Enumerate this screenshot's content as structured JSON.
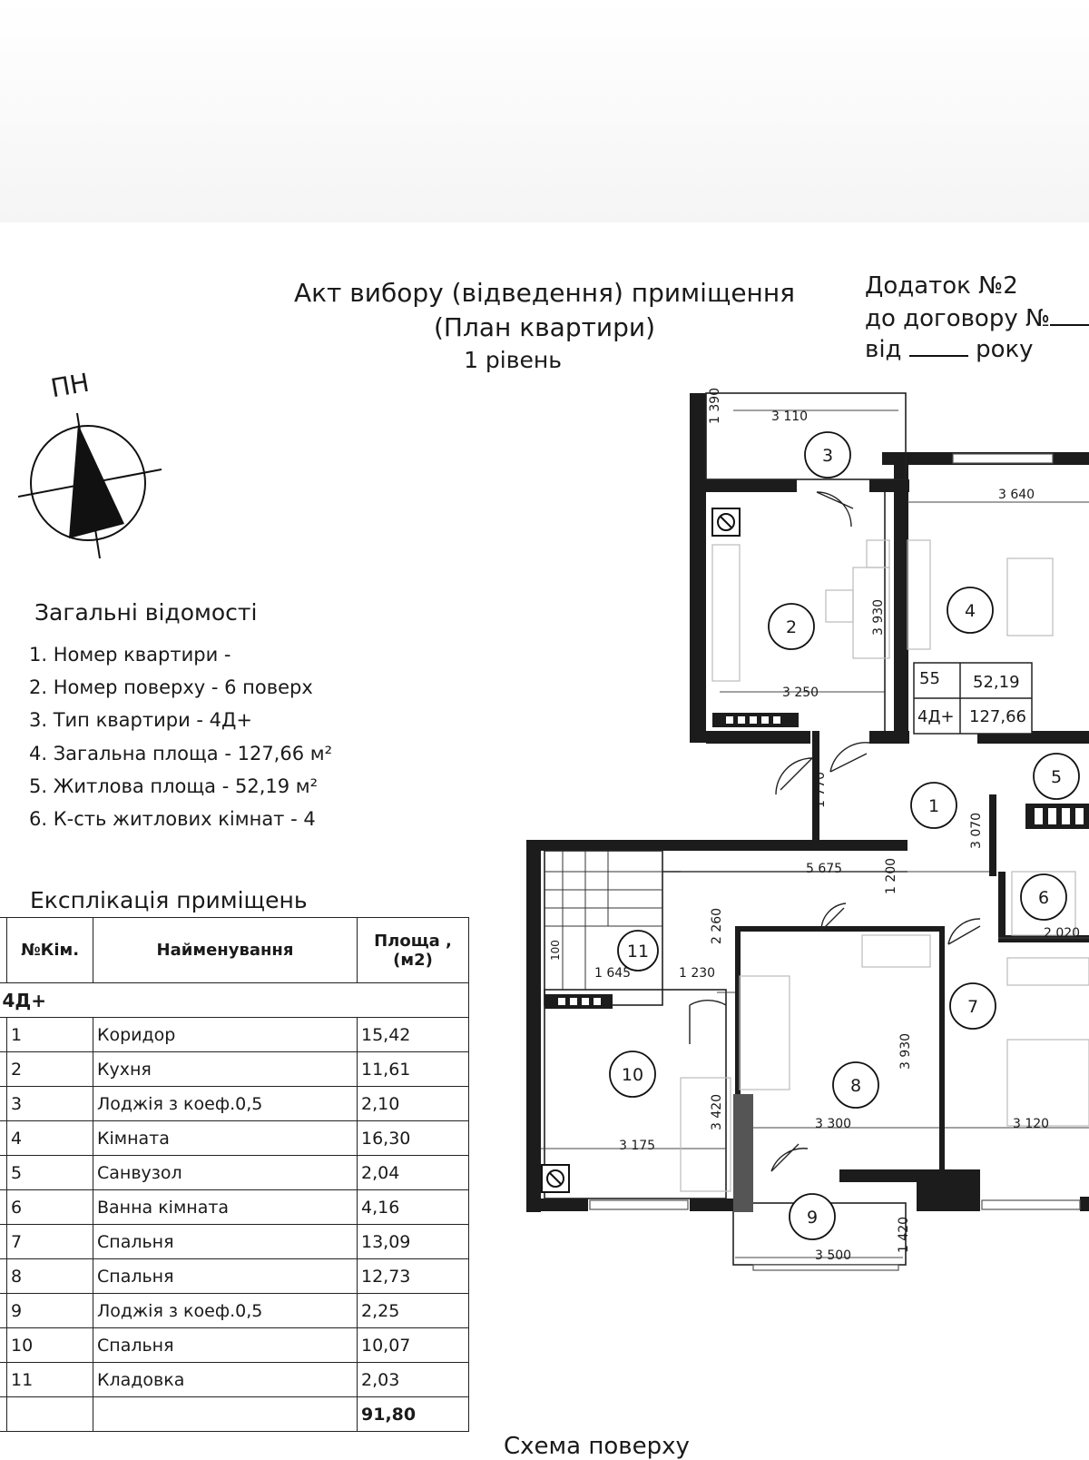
{
  "header": {
    "line1": "Акт вибору (відведення) приміщення",
    "line2": "(План квартири)",
    "line3": "1 рівень"
  },
  "annex": {
    "line1": "Додаток №2",
    "line2": "до договору №",
    "line3_prefix": "від",
    "line3_suffix": "року"
  },
  "compass": {
    "label": "ПН",
    "icon": "north-arrow-icon"
  },
  "general": {
    "title": "Загальні відомості",
    "items": [
      "1. Номер квартири -",
      "2. Номер поверху - 6 поверх",
      "3. Тип квартири - 4Д+",
      "4. Загальна площа - 127,66 м²",
      "5. Житлова площа - 52,19 м²",
      "6. К-сть житлових кімнат - 4"
    ]
  },
  "explication": {
    "title": "Експлікація приміщень",
    "headers": {
      "num": "№Кім.",
      "name": "Найменування",
      "area": "Площа , (м2)"
    },
    "group": "4Д+",
    "rows": [
      {
        "num": "1",
        "name": "Коридор",
        "area": "15,42"
      },
      {
        "num": "2",
        "name": "Кухня",
        "area": "11,61"
      },
      {
        "num": "3",
        "name": "Лоджія з коеф.0,5",
        "area": "2,10"
      },
      {
        "num": "4",
        "name": "Кімната",
        "area": "16,30"
      },
      {
        "num": "5",
        "name": "Санвузол",
        "area": "2,04"
      },
      {
        "num": "6",
        "name": "Ванна кімната",
        "area": "4,16"
      },
      {
        "num": "7",
        "name": "Спальня",
        "area": "13,09"
      },
      {
        "num": "8",
        "name": "Спальня",
        "area": "12,73"
      },
      {
        "num": "9",
        "name": "Лоджія з коеф.0,5",
        "area": "2,25"
      },
      {
        "num": "10",
        "name": "Спальня",
        "area": "10,07"
      },
      {
        "num": "11",
        "name": "Кладовка",
        "area": "2,03"
      }
    ],
    "total": "91,80"
  },
  "plan": {
    "room_numbers": [
      "1",
      "2",
      "3",
      "4",
      "5",
      "6",
      "7",
      "8",
      "9",
      "10",
      "11"
    ],
    "dimensions": [
      "3 110",
      "1 390",
      "3 640",
      "3 930",
      "3 250",
      "1 770",
      "3 070",
      "5 675",
      "1 200",
      "2 020",
      "2 260",
      "1 645",
      "1 230",
      "100",
      "3 930",
      "3 420",
      "3 175",
      "3 300",
      "3 120",
      "3 500",
      "1 420"
    ],
    "info_box": {
      "apt_no": "55",
      "living_area": "52,19",
      "type": "4Д+",
      "total_area": "127,66"
    }
  },
  "footer": {
    "floor_scheme": "Схема поверху"
  }
}
